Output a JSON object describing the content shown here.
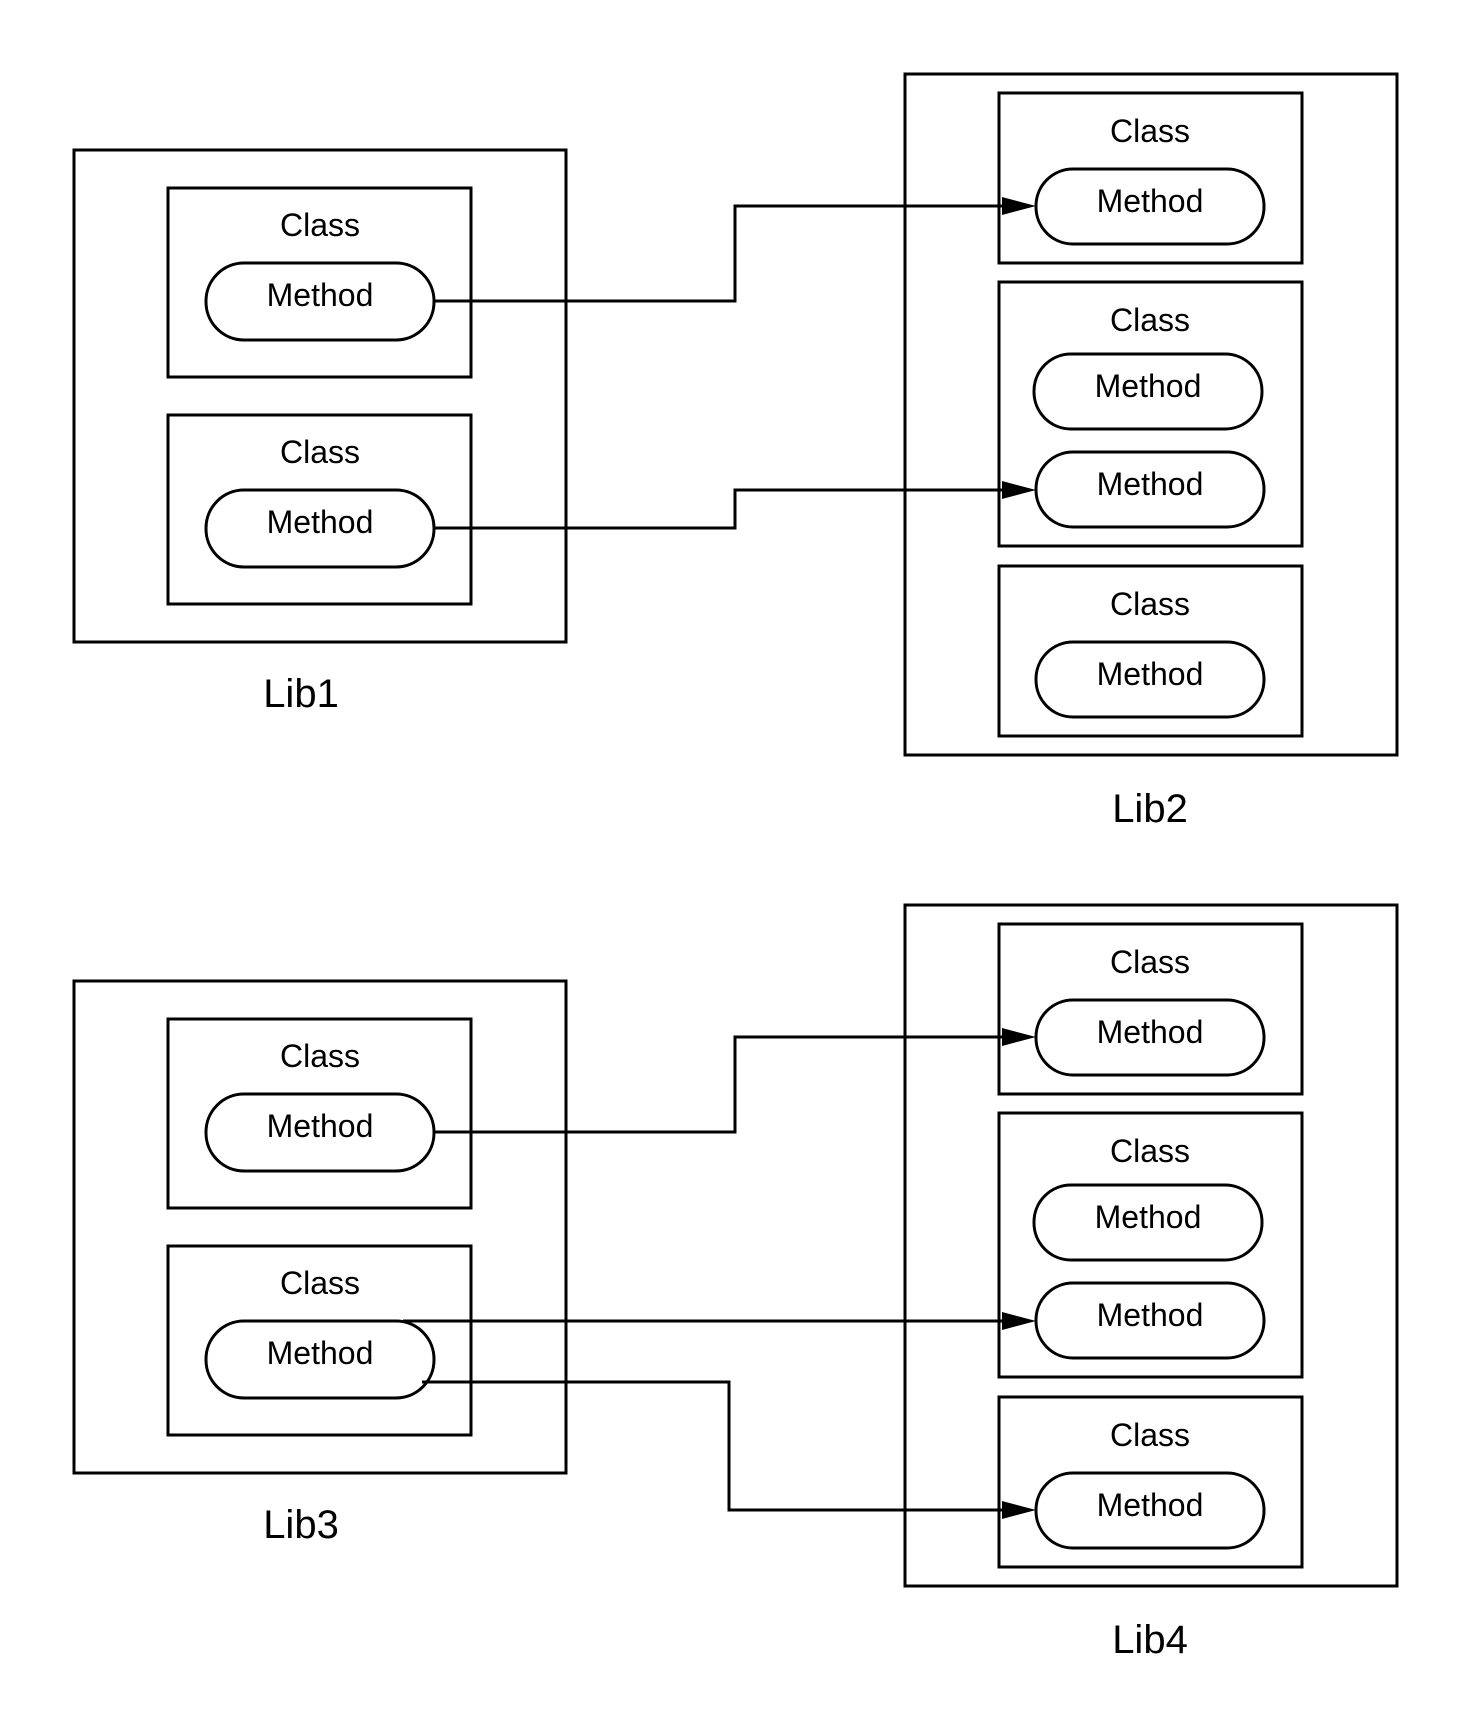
{
  "libraries": [
    {
      "id": "lib1",
      "label": "Lib1",
      "classes": [
        {
          "label": "Class",
          "methods": [
            "Method"
          ]
        },
        {
          "label": "Class",
          "methods": [
            "Method"
          ]
        }
      ]
    },
    {
      "id": "lib2",
      "label": "Lib2",
      "classes": [
        {
          "label": "Class",
          "methods": [
            "Method"
          ]
        },
        {
          "label": "Class",
          "methods": [
            "Method",
            "Method"
          ]
        },
        {
          "label": "Class",
          "methods": [
            "Method"
          ]
        }
      ]
    },
    {
      "id": "lib3",
      "label": "Lib3",
      "classes": [
        {
          "label": "Class",
          "methods": [
            "Method"
          ]
        },
        {
          "label": "Class",
          "methods": [
            "Method"
          ]
        }
      ]
    },
    {
      "id": "lib4",
      "label": "Lib4",
      "classes": [
        {
          "label": "Class",
          "methods": [
            "Method"
          ]
        },
        {
          "label": "Class",
          "methods": [
            "Method",
            "Method"
          ]
        },
        {
          "label": "Class",
          "methods": [
            "Method"
          ]
        }
      ]
    }
  ],
  "connections": [
    {
      "from": "lib1.0.0",
      "to": "lib2.0.0"
    },
    {
      "from": "lib1.1.0",
      "to": "lib2.1.1"
    },
    {
      "from": "lib3.0.0",
      "to": "lib4.0.0"
    },
    {
      "from": "lib3.1.0",
      "to": "lib4.1.1"
    },
    {
      "from": "lib3.1.0",
      "to": "lib4.2.0"
    }
  ],
  "colors": {
    "stroke": "#000000",
    "background": "#ffffff"
  }
}
